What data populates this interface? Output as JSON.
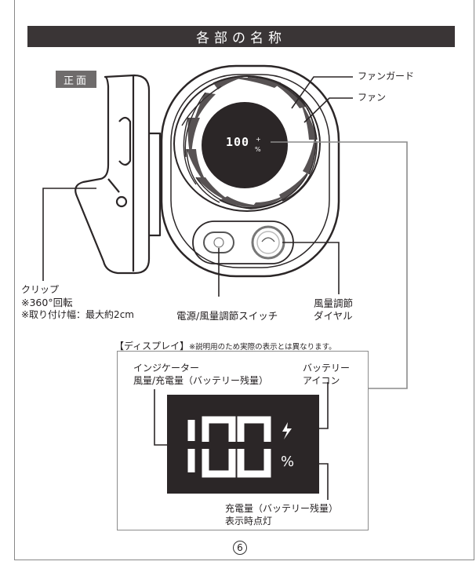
{
  "page_title": "各部の名称",
  "front_tag": "正面",
  "labels": {
    "fan_guard": "ファンガード",
    "fan": "ファン",
    "clip_line1": "クリップ",
    "clip_line2": "※360°回転",
    "clip_line3": "※取り付け幅：最大約2cm",
    "switch": "電源/風量調節スイッチ",
    "dial_line1": "風量調節",
    "dial_line2": "ダイヤル"
  },
  "device_display": {
    "digits": "100",
    "percent": "%",
    "bolt": "+"
  },
  "display_section": {
    "heading": "【ディスプレイ】",
    "note": "※説明用のため実際の表示とは異なります。",
    "indicator_line1": "インジケーター",
    "indicator_line2": "風量/充電量（バッテリー残量）",
    "battery_line1": "バッテリー",
    "battery_line2": "アイコン",
    "charge_line1": "充電量（バッテリー残量）",
    "charge_line2": "表示時点灯",
    "screen_digits": "100",
    "percent": "%"
  },
  "page_number": "6",
  "colors": {
    "title_bg": "#3a3536",
    "tag_bg": "#6f6c6c",
    "screen_bg": "#2b2627",
    "leader": "#8c8c8c"
  }
}
